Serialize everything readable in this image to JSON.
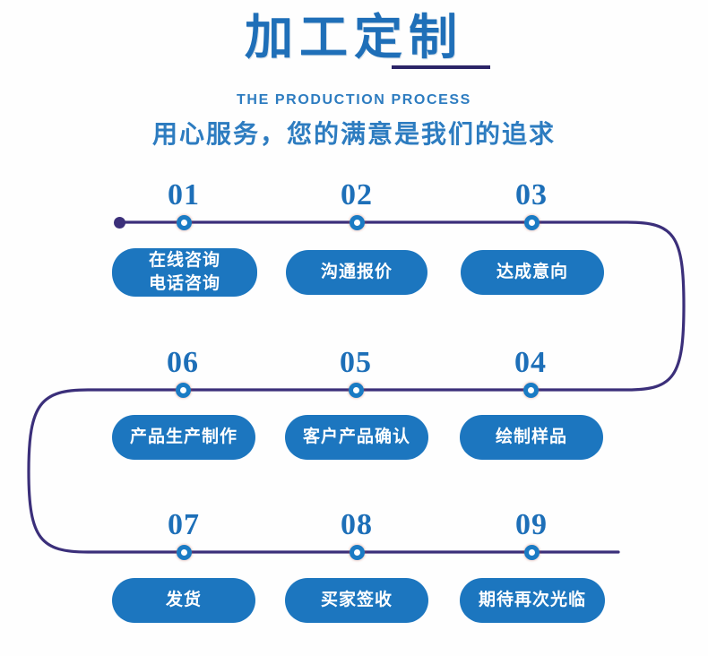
{
  "header": {
    "title": "加工定制",
    "subtitle_en": "THE PRODUCTION PROCESS",
    "subtitle_cn": "用心服务，您的满意是我们的追求"
  },
  "colors": {
    "title_blue": "#1f6fb8",
    "underline_navy": "#2b2467",
    "pill_blue": "#1c76bf",
    "track_purple": "#3b2f7a",
    "node_ring_blue": "#1a7bc4",
    "number_blue": "#1d6fb8",
    "background": "#fefefe"
  },
  "flow": {
    "rows": [
      {
        "row_index": 1,
        "direction": "left-to-right",
        "steps": [
          {
            "number": "01",
            "lines": [
              "在线咨询",
              "电话咨询"
            ]
          },
          {
            "number": "02",
            "lines": [
              "沟通报价"
            ]
          },
          {
            "number": "03",
            "lines": [
              "达成意向"
            ]
          }
        ]
      },
      {
        "row_index": 2,
        "direction": "right-to-left",
        "steps": [
          {
            "number": "06",
            "lines": [
              "产品生产制作"
            ]
          },
          {
            "number": "05",
            "lines": [
              "客户产品确认"
            ]
          },
          {
            "number": "04",
            "lines": [
              "绘制样品"
            ]
          }
        ]
      },
      {
        "row_index": 3,
        "direction": "left-to-right",
        "steps": [
          {
            "number": "07",
            "lines": [
              "发货"
            ]
          },
          {
            "number": "08",
            "lines": [
              "买家签收"
            ]
          },
          {
            "number": "09",
            "lines": [
              "期待再次光临"
            ]
          }
        ]
      }
    ]
  }
}
